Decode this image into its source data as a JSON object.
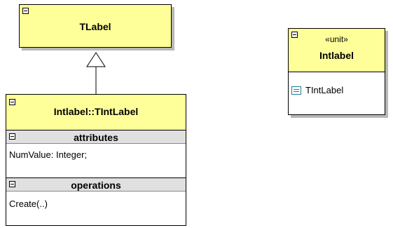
{
  "diagram": {
    "parent_class": {
      "name": "TLabel"
    },
    "child_class": {
      "name": "Intlabel::TIntLabel",
      "attributes_header": "attributes",
      "attributes": [
        "NumValue: Integer;"
      ],
      "operations_header": "operations",
      "operations": [
        "Create(..)"
      ]
    },
    "unit": {
      "stereotype": "«unit»",
      "name": "Intlabel",
      "members": [
        "TIntLabel"
      ]
    },
    "colors": {
      "class_fill": "#ffff99",
      "section_fill": "#e0e0e0",
      "member_icon": "#1e7a9a"
    }
  }
}
